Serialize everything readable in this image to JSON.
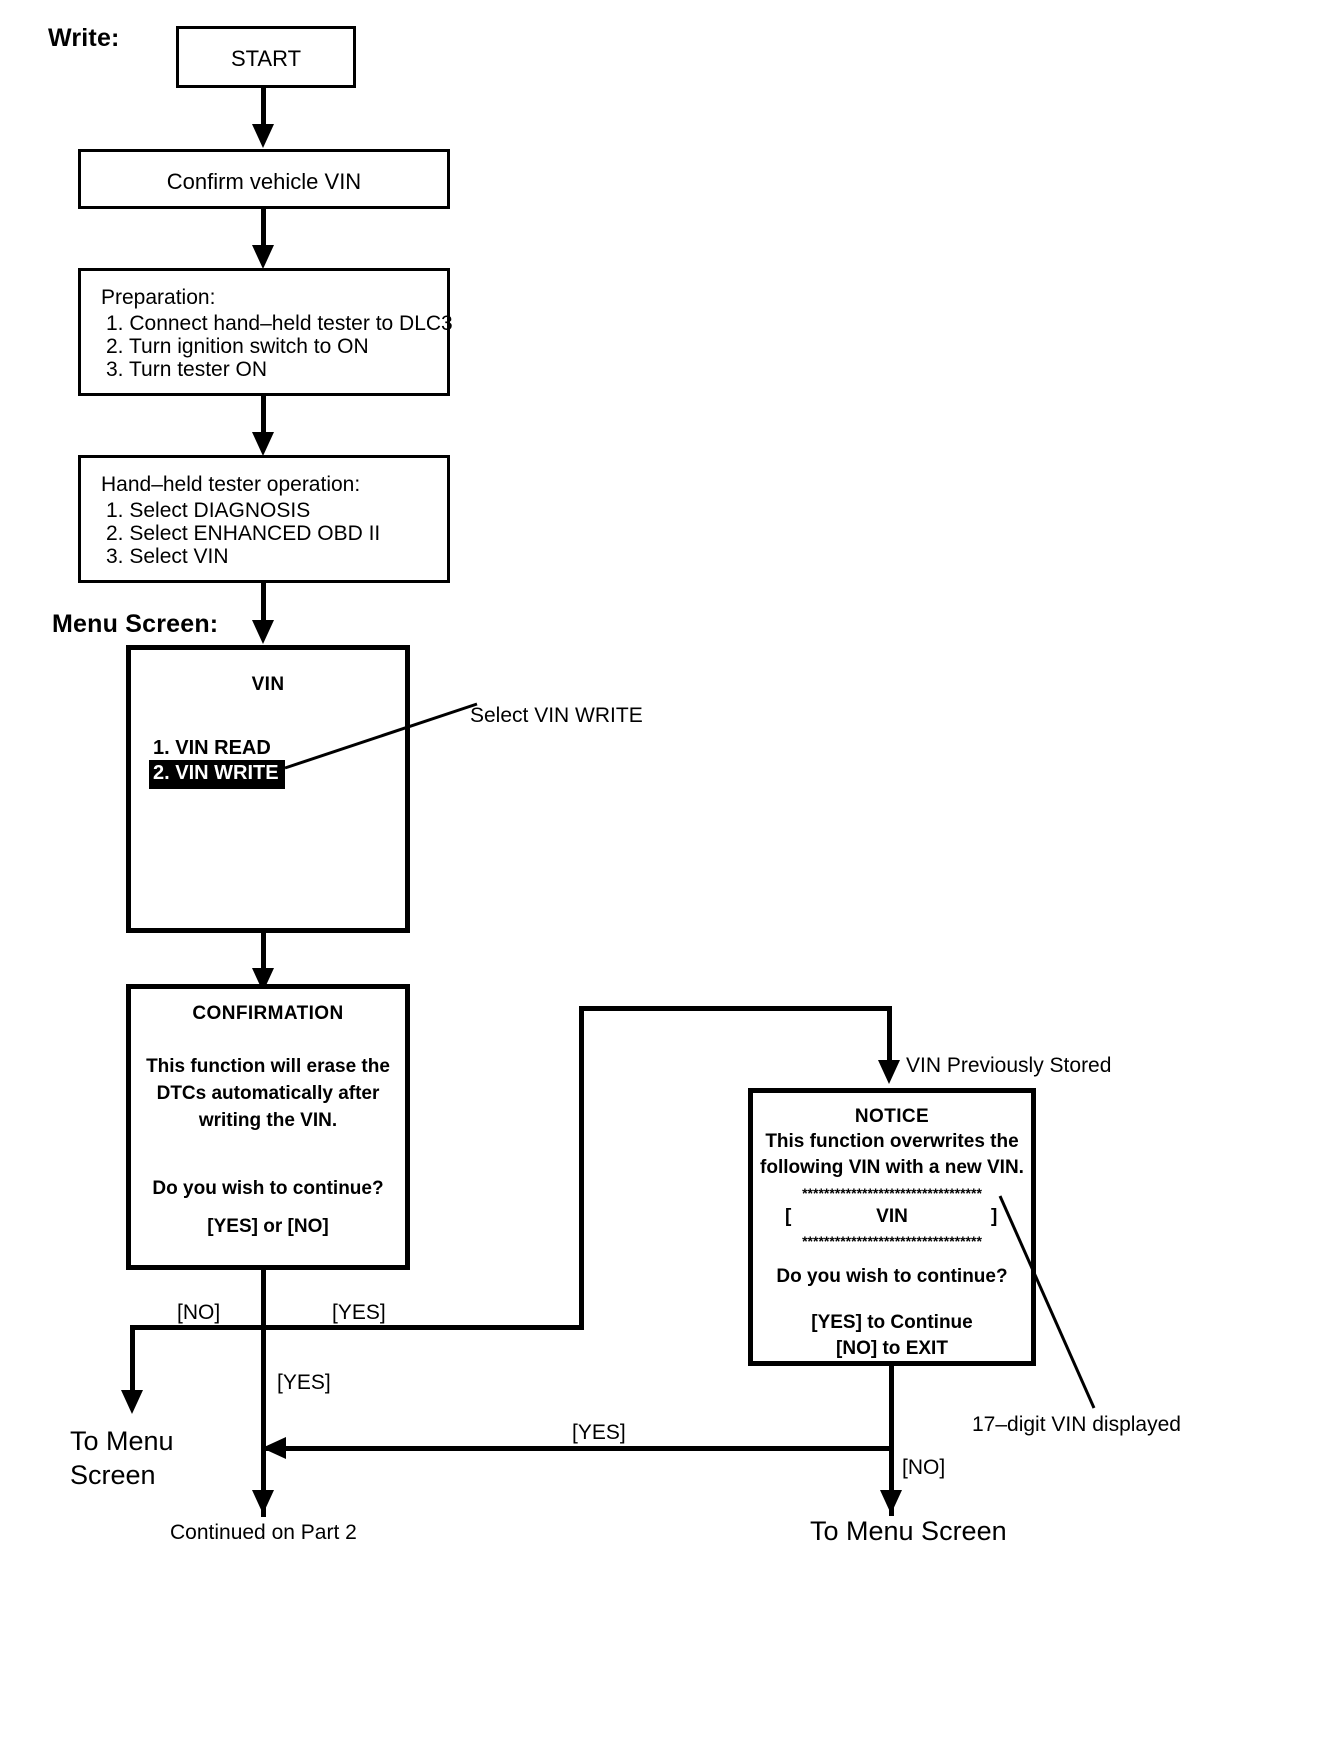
{
  "diagram": {
    "section_label": "Write:",
    "menu_screen_label": "Menu Screen:",
    "nodes": {
      "start": {
        "text": "START"
      },
      "confirm_vin": {
        "text": "Confirm vehicle VIN"
      },
      "preparation": {
        "title": "Preparation:",
        "steps": [
          "1. Connect hand–held tester to DLC3",
          "2. Turn ignition switch to ON",
          "3. Turn tester ON"
        ]
      },
      "tester_operation": {
        "title": "Hand–held tester operation:",
        "steps": [
          "1. Select DIAGNOSIS",
          "2. Select ENHANCED OBD II",
          "3. Select VIN"
        ]
      },
      "vin_menu": {
        "title": "VIN",
        "items": [
          {
            "label": "1. VIN READ",
            "selected": false
          },
          {
            "label": "2. VIN WRITE",
            "selected": true
          }
        ]
      },
      "confirmation": {
        "title": "CONFIRMATION",
        "body": [
          "This function will erase the",
          "DTCs automatically after",
          "writing the VIN."
        ],
        "question": "Do you wish to continue?",
        "options": "[YES] or [NO]"
      },
      "notice": {
        "title": "NOTICE",
        "body": [
          "This function overwrites the",
          "following VIN with a new VIN."
        ],
        "rule_top": "*********************************",
        "vin_open_bracket": "[",
        "vin_text": "VIN",
        "vin_close_bracket": "]",
        "rule_bottom": "*********************************",
        "question": "Do you wish to continue?",
        "yes_line": "[YES] to Continue",
        "no_line": "[NO] to EXIT"
      }
    },
    "callouts": {
      "select_vin_write": "Select VIN WRITE",
      "vin_previously_stored": "VIN Previously Stored",
      "seventeen_digit": "17–digit VIN displayed"
    },
    "edge_labels": {
      "no_left": "[NO]",
      "yes_right": "[YES]",
      "yes_down": "[YES]",
      "yes_back": "[YES]",
      "no_bottom": "[NO]"
    },
    "terminals": {
      "to_menu_screen_left": "To Menu\nScreen",
      "continued_on_part_2": "Continued on Part 2",
      "to_menu_screen_right": "To Menu Screen"
    },
    "colors": {
      "ink": "#000000",
      "paper": "#ffffff",
      "highlight_bg": "#000000",
      "highlight_fg": "#ffffff"
    }
  }
}
